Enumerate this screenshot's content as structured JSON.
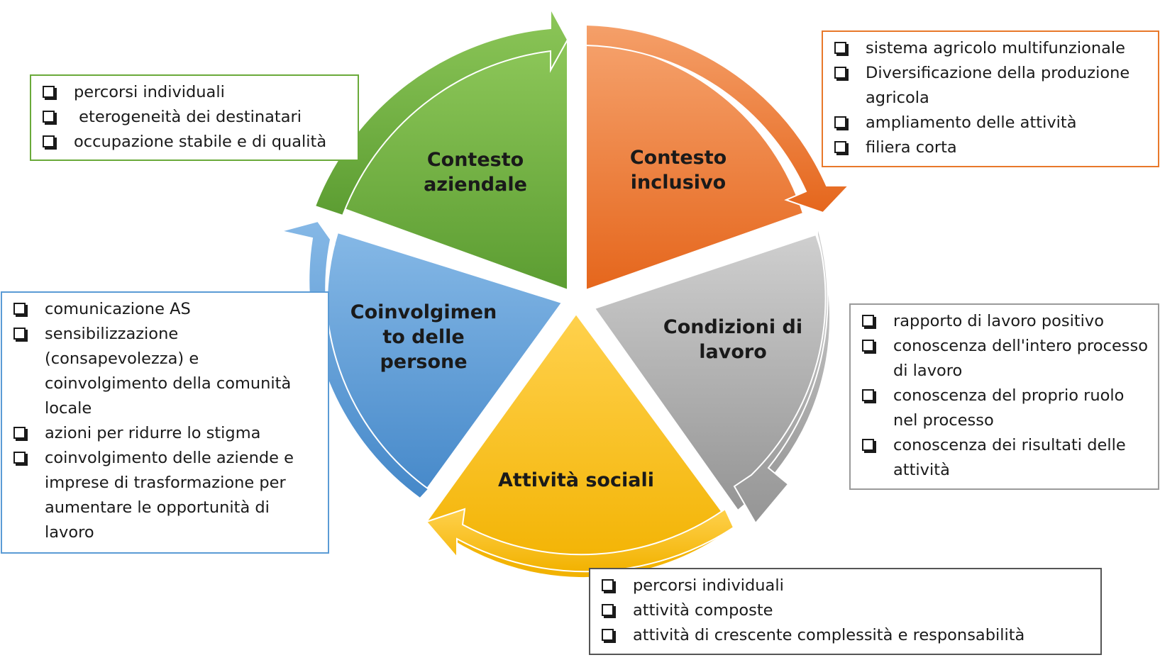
{
  "segments": {
    "green": {
      "label_lines": [
        "Contesto",
        "aziendale"
      ]
    },
    "orange": {
      "label_lines": [
        "Contesto",
        "inclusivo"
      ]
    },
    "gray": {
      "label_lines": [
        "Condizioni di",
        "lavoro"
      ]
    },
    "yellow": {
      "label_lines": [
        "Attività sociali"
      ]
    },
    "blue": {
      "label_lines": [
        "Coinvolgimen",
        "to delle",
        "persone"
      ]
    }
  },
  "boxes": {
    "green": {
      "items": [
        "percorsi individuali",
        " eterogeneità dei destinatari",
        "occupazione stabile e di qualità"
      ]
    },
    "orange": {
      "items": [
        "sistema agricolo multifunzionale",
        "Diversificazione della produzione agricola",
        "ampliamento delle attività",
        "filiera corta"
      ]
    },
    "gray": {
      "items": [
        "rapporto di lavoro positivo",
        "conoscenza dell'intero processo di lavoro",
        "conoscenza del proprio ruolo nel processo",
        "conoscenza dei risultati delle attività"
      ]
    },
    "blue": {
      "items": [
        "comunicazione AS",
        "sensibilizzazione (consapevolezza) e coinvolgimento della comunità locale",
        "azioni per ridurre lo stigma",
        "coinvolgimento delle aziende e imprese di trasformazione per aumentare le opportunità di lavoro"
      ]
    },
    "yellow": {
      "items": [
        "percorsi individuali",
        "attività composte",
        "attività di crescente complessità e responsabilità"
      ]
    }
  },
  "colors": {
    "green": "#6aaa3a",
    "orange": "#ef7a2e",
    "gray": "#a6a6a6",
    "yellow": "#ffc000",
    "blue": "#5b9bd5"
  }
}
